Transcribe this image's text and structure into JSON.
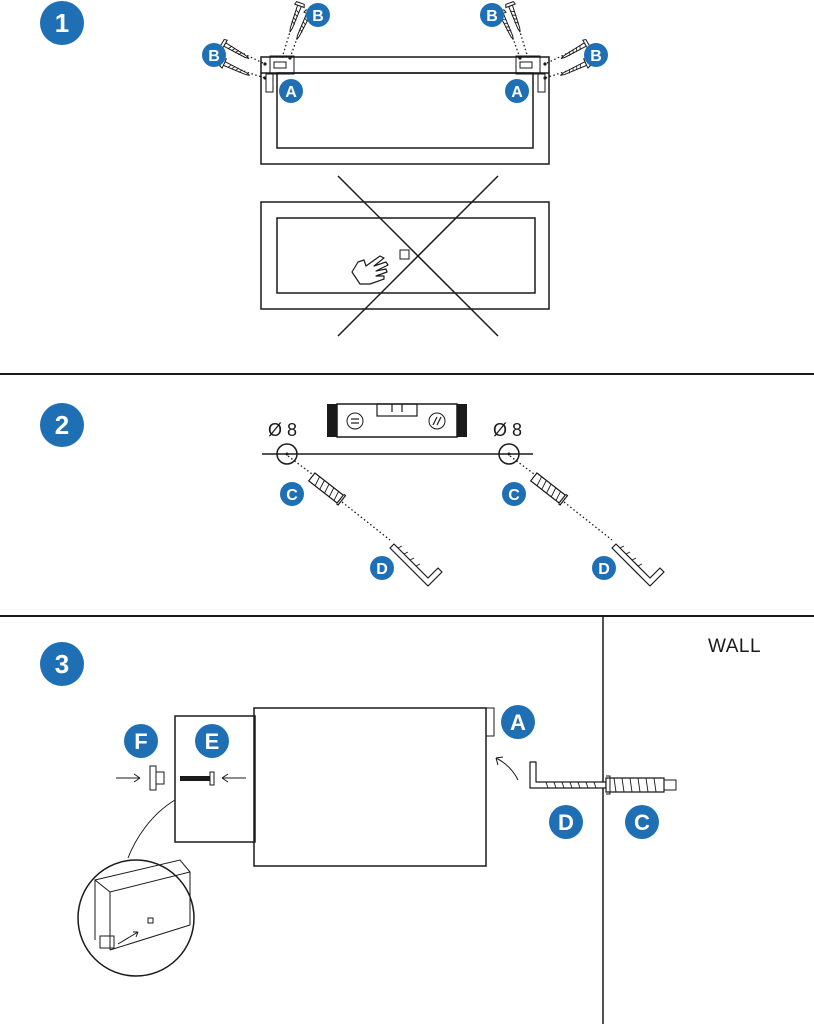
{
  "colors": {
    "badge": "#1f6fb5",
    "line": "#1a1a1a",
    "background": "#ffffff"
  },
  "steps": [
    {
      "number": "1"
    },
    {
      "number": "2"
    },
    {
      "number": "3"
    }
  ],
  "parts": {
    "A": "A",
    "B": "B",
    "C": "C",
    "D": "D",
    "E": "E",
    "F": "F"
  },
  "drill": {
    "left_diameter": "Ø 8",
    "right_diameter": "Ø 8"
  },
  "wall": {
    "label": "WALL"
  },
  "icons": [
    "screw-icon",
    "hand-pointer-icon",
    "spirit-level-icon",
    "wall-plug-icon",
    "hook-screw-icon",
    "arrow-icon",
    "magnifier-detail-icon"
  ]
}
